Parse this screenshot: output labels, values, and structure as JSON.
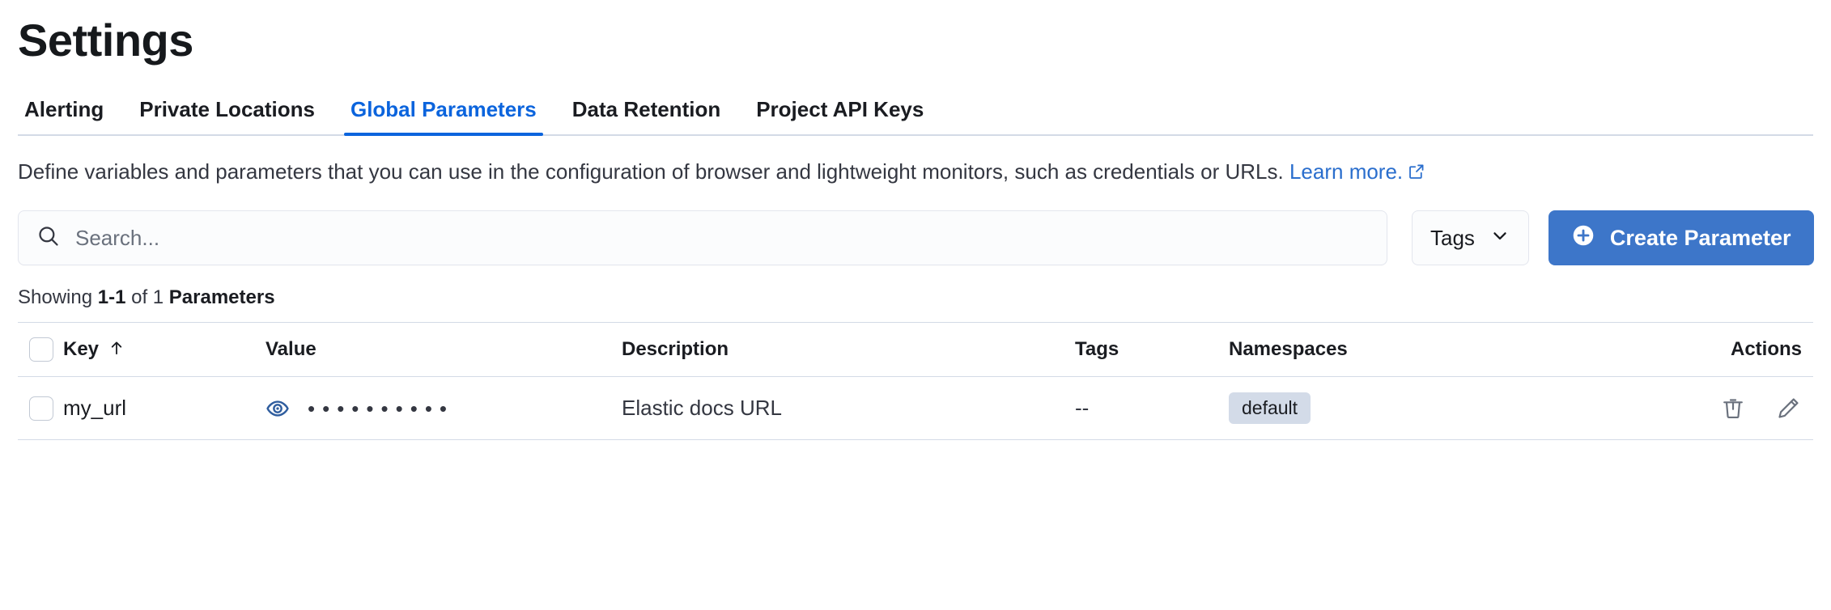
{
  "page": {
    "title": "Settings"
  },
  "tabs": [
    {
      "label": "Alerting",
      "active": false
    },
    {
      "label": "Private Locations",
      "active": false
    },
    {
      "label": "Global Parameters",
      "active": true
    },
    {
      "label": "Data Retention",
      "active": false
    },
    {
      "label": "Project API Keys",
      "active": false
    }
  ],
  "description": {
    "text": "Define variables and parameters that you can use in the configuration of browser and lightweight monitors, such as credentials or URLs.",
    "link_label": "Learn more.",
    "link_icon": "external-link-icon"
  },
  "controls": {
    "search": {
      "placeholder": "Search...",
      "value": "",
      "icon": "search-icon"
    },
    "tags_filter": {
      "label": "Tags",
      "icon": "chevron-down-icon"
    },
    "create_button": {
      "label": "Create Parameter",
      "icon": "plus-circle-icon",
      "color": "#3d76c9"
    }
  },
  "results_summary": {
    "prefix": "Showing ",
    "range": "1-1",
    "middle": " of 1 ",
    "noun": "Parameters"
  },
  "table": {
    "columns": [
      {
        "key": "select",
        "label": "",
        "icon": "checkbox-icon"
      },
      {
        "key": "key",
        "label": "Key",
        "sort": "asc",
        "sort_icon": "arrow-up-icon"
      },
      {
        "key": "value",
        "label": "Value"
      },
      {
        "key": "description",
        "label": "Description"
      },
      {
        "key": "tags",
        "label": "Tags"
      },
      {
        "key": "namespaces",
        "label": "Namespaces"
      },
      {
        "key": "actions",
        "label": "Actions"
      }
    ],
    "rows": [
      {
        "selected": false,
        "key": "my_url",
        "value_masked": "••••••••••",
        "value_reveal_icon": "eye-icon",
        "description": "Elastic docs URL",
        "tags": "--",
        "namespaces": [
          "default"
        ],
        "actions": [
          {
            "name": "delete",
            "icon": "trash-icon"
          },
          {
            "name": "edit",
            "icon": "pencil-icon"
          }
        ]
      }
    ]
  },
  "colors": {
    "accent": "#0b64dd",
    "primary_button": "#3d76c9",
    "link": "#2a6ecd",
    "border": "#d3dae6",
    "badge_bg": "#d3dbe8",
    "eye_icon": "#2f5d9e"
  }
}
